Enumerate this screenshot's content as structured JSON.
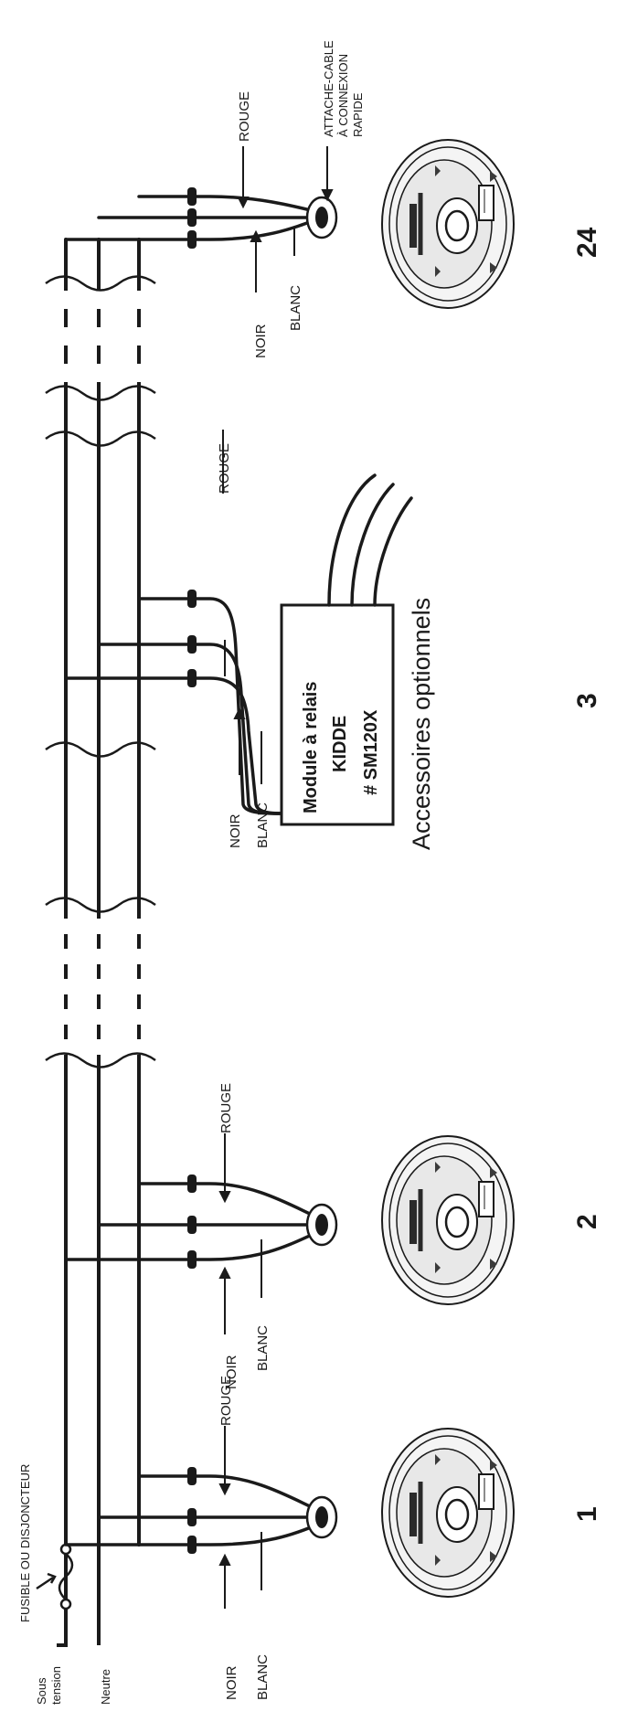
{
  "labels": {
    "fuse": "FUSIBLE OU DISJONCTEUR",
    "sous": "Sous",
    "tension": "tension",
    "neutral": "Neutre",
    "red": "ROUGE",
    "black": "NOIR",
    "white": "BLANC",
    "clip_line1": "ATTACHE-CABLE",
    "clip_line2": "À CONNEXION",
    "clip_line3": "RAPIDE",
    "accessories": "Accessoires optionnels"
  },
  "relay_module": {
    "line1": "Module à relais",
    "line2": "KIDDE",
    "line3": "# SM120X"
  },
  "units": [
    {
      "number": "1"
    },
    {
      "number": "2"
    },
    {
      "number": "3"
    },
    {
      "number": "24"
    }
  ],
  "colors": {
    "ink": "#1a1a1a",
    "detector_fill": "#f2f2f2",
    "detector_shade": "#5a5a5a"
  }
}
